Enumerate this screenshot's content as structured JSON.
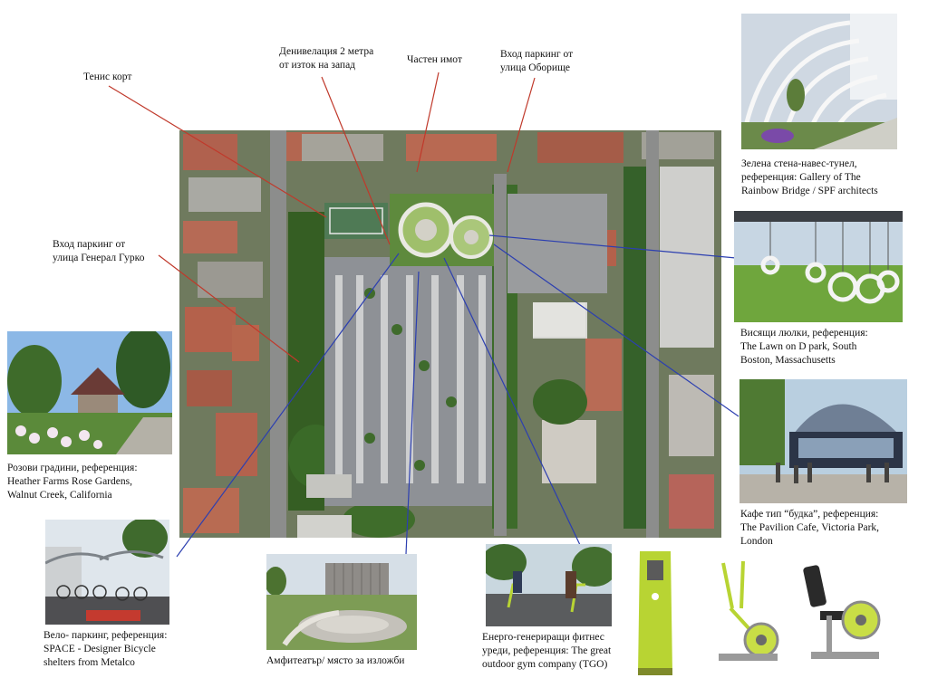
{
  "labels": {
    "tennis": "Тенис корт",
    "elevation_line1": "Денивелация 2 метра",
    "elevation_line2": "от изток на запад",
    "private": "Частен имот",
    "entrance_oborishte_line1": "Вход паркинг от",
    "entrance_oborishte_line2": "улица Оборище",
    "entrance_gurko_line1": "Вход паркинг от",
    "entrance_gurko_line2": "улица Генерал Гурко"
  },
  "references": {
    "green_wall": {
      "line1": "Зелена стена-навес-тунел,",
      "line2": "референция: Gallery of The",
      "line3": "Rainbow Bridge / SPF architects"
    },
    "swings": {
      "line1": "Висящи люлки, референция:",
      "line2": "The Lawn on D park, South",
      "line3": "Boston, Massachusetts"
    },
    "cafe": {
      "line1": "Кафе тип “будка”, референция:",
      "line2": "The Pavilion Cafe, Victoria Park,",
      "line3": "London"
    },
    "rose_gardens": {
      "line1": "Розови градини, референция:",
      "line2": "Heather Farms Rose Gardens,",
      "line3": "Walnut Creek, California"
    },
    "bike": {
      "line1": "Вело- паркинг, референция:",
      "line2": "SPACE - Designer Bicycle",
      "line3": "shelters from Metalco"
    },
    "amphitheatre": {
      "line1": "Амфитеатър/ място за изложби"
    },
    "fitness": {
      "line1": "Енерго-генериращи фитнес",
      "line2": "уреди, референция: The great",
      "line3": "outdoor gym company (TGO)"
    }
  },
  "colors": {
    "red_leader": "#c0392b",
    "blue_leader": "#2c3fb0",
    "asphalt": "#8e9196",
    "greenery": "#3f6b2c",
    "lime": "#b8d433"
  }
}
